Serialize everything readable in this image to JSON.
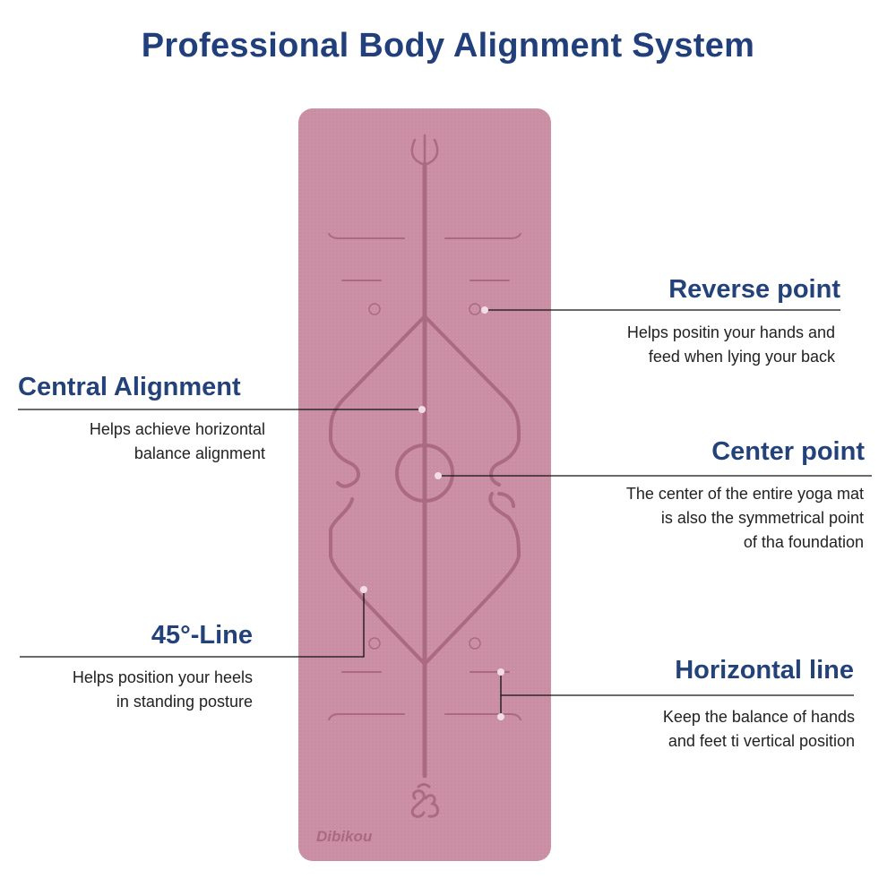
{
  "title": "Professional Body Alignment System",
  "brand": "Dibikou",
  "colors": {
    "title": "#213f7b",
    "heading": "#24427a",
    "body_text": "#222222",
    "mat": "#c98ea3",
    "mat_lines": "#a9687f",
    "marker_dot": "#f1dde4",
    "leader_line": "#111111"
  },
  "mat_symbols": [
    "trident-symbol",
    "om-symbol",
    "center-circle",
    "reverse-point-circles",
    "horizontal-lines",
    "45-degree-lines",
    "central-line"
  ],
  "callouts": {
    "reverse_point": {
      "title": "Reverse point",
      "lines": [
        "Helps positin your hands and",
        "feed when lying your back"
      ]
    },
    "central_alignment": {
      "title": "Central Alignment",
      "lines": [
        "Helps achieve horizontal",
        "balance alignment"
      ]
    },
    "center_point": {
      "title": "Center point",
      "lines": [
        "The center of the entire yoga mat",
        "is also the symmetrical point",
        "of tha foundation"
      ]
    },
    "line_45": {
      "title": "45°-Line",
      "lines": [
        "Helps position your heels",
        "in standing posture"
      ]
    },
    "horizontal_line": {
      "title": "Horizontal line",
      "lines": [
        "Keep the balance of hands",
        "and feet ti vertical position"
      ]
    }
  }
}
